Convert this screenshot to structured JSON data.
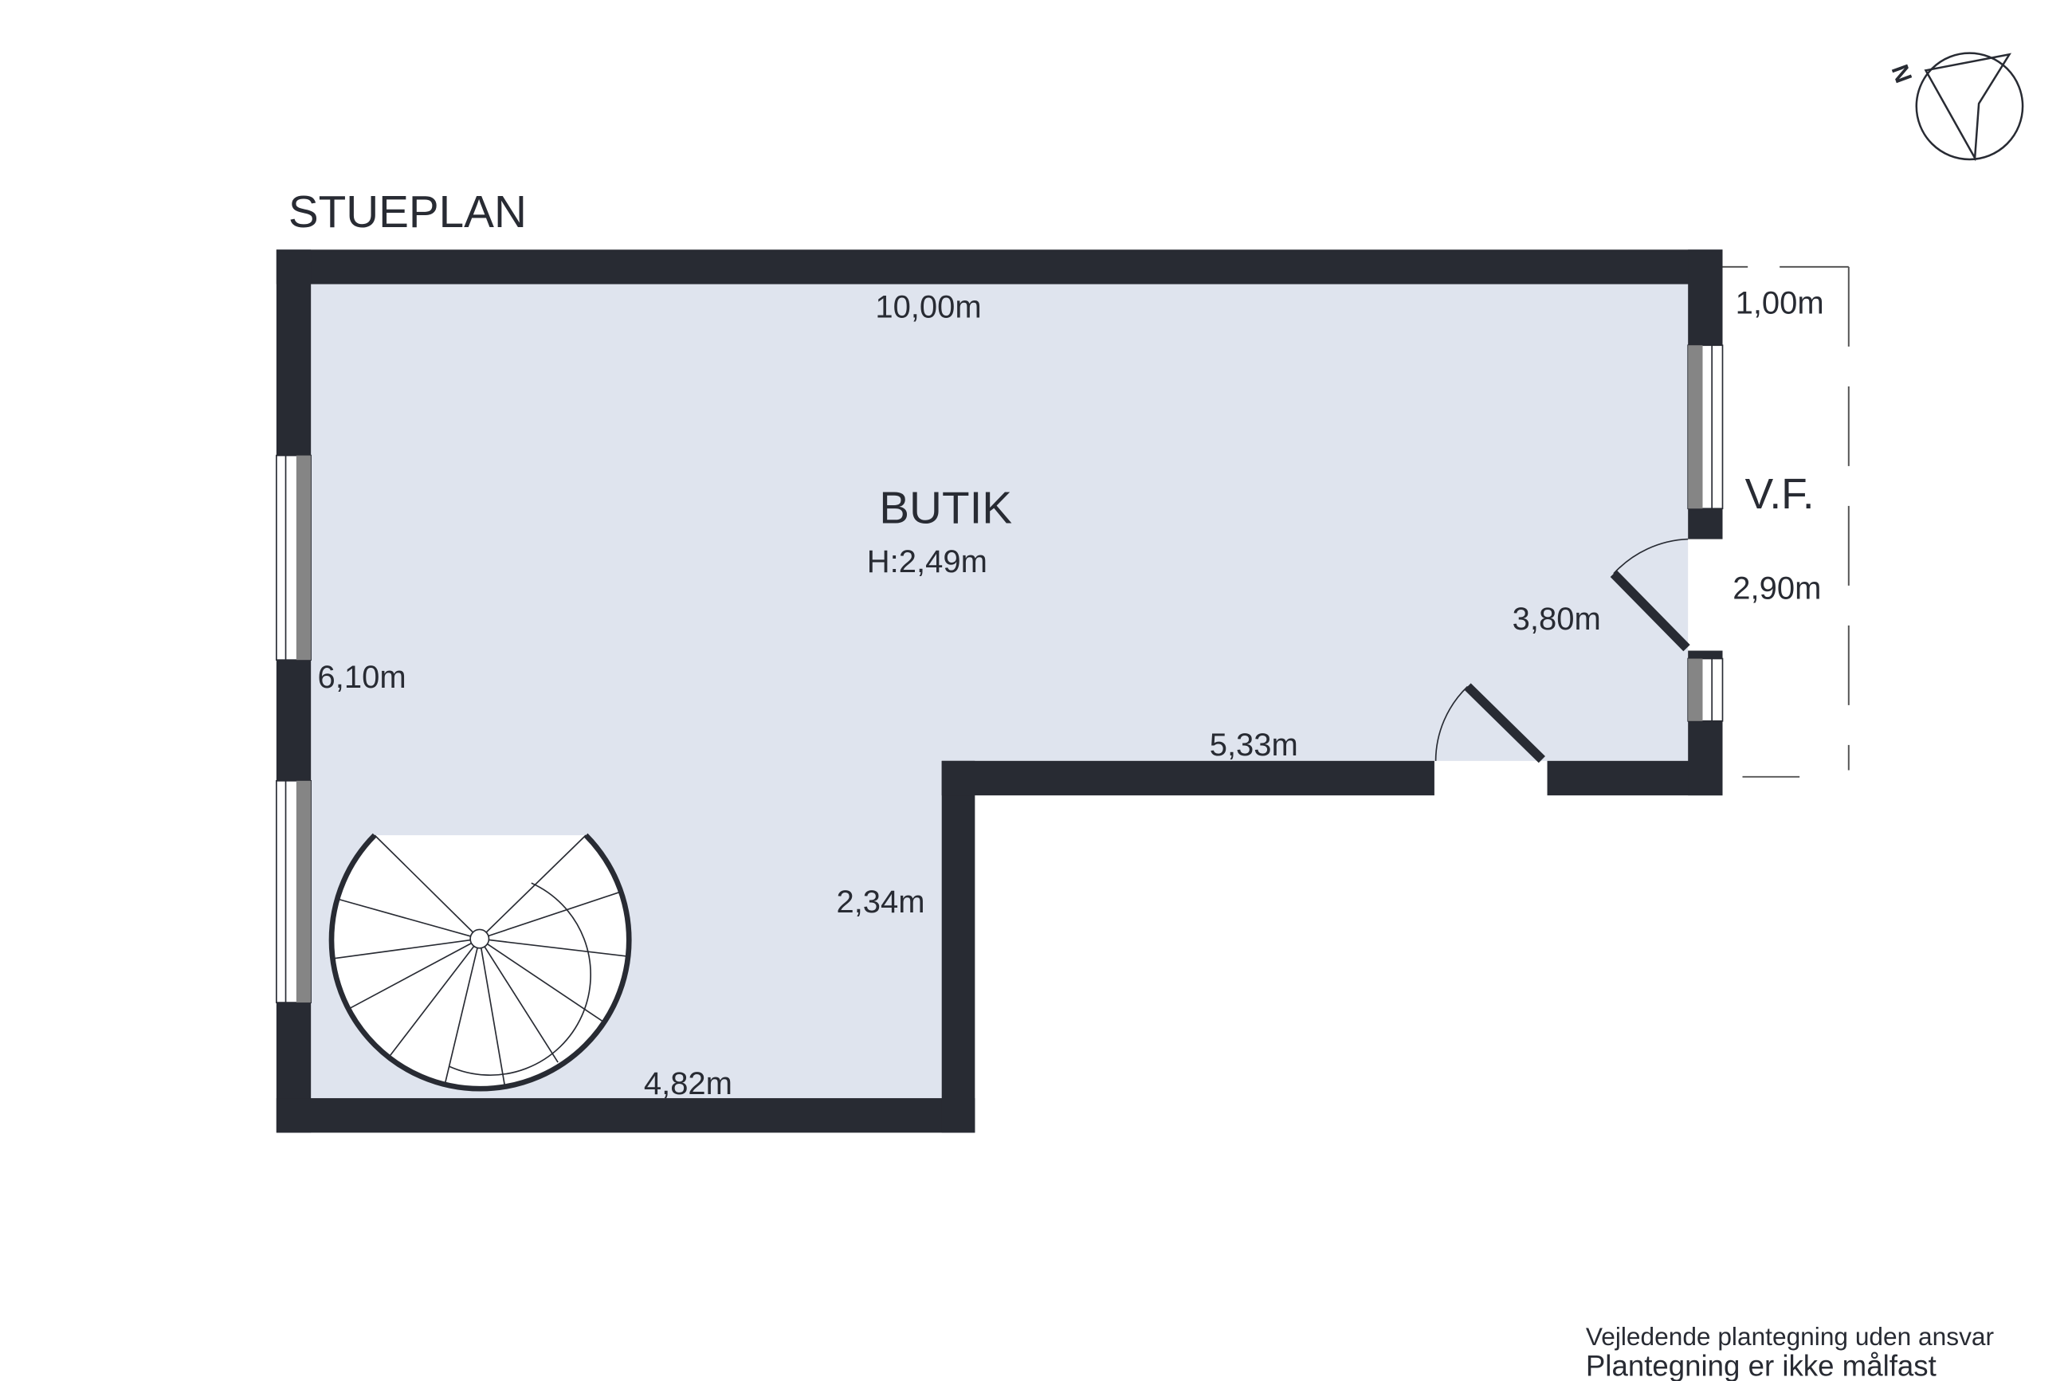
{
  "plan_title": "STUEPLAN",
  "compass": {
    "label": "N"
  },
  "rooms": [
    {
      "name": "BUTIK",
      "height": "H:2,49m"
    },
    {
      "name": "V.F."
    }
  ],
  "dimensions": {
    "top": "10,00m",
    "vf_width": "1,00m",
    "vf_length": "2,90m",
    "right_inner": "3,80m",
    "left": "6,10m",
    "middle": "5,33m",
    "lower_right": "2,34m",
    "bottom": "4,82m"
  },
  "disclaimer": {
    "line1": "Vejledende plantegning uden ansvar",
    "line2": "Plantegning er ikke målfast"
  },
  "colors": {
    "wall": "#282b33",
    "floor": "#dfe4ee",
    "window": "#858585"
  }
}
